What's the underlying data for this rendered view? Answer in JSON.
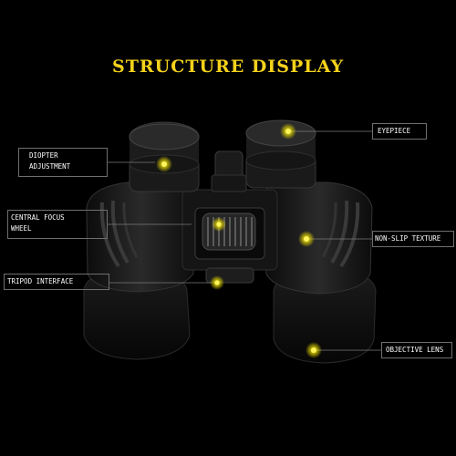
{
  "title": "STRUCTURE DISPLAY",
  "labels": {
    "diopter_line1": "DIOPTER",
    "diopter_line2": "ADJUSTMENT",
    "focus_line1": "CENTRAL FOCUS",
    "focus_line2": "WHEEL",
    "tripod": "TRIPOD INTERFACE",
    "eyepiece": "EYEPIECE",
    "nonslip": "NON-SLIP TEXTURE",
    "objective": "OBJECTIVE LENS"
  },
  "colors": {
    "background": "#000000",
    "title": "#f5d21b",
    "marker": "#f2e300",
    "label_text": "#ffffff",
    "leader_line": "#7a7a7a"
  }
}
